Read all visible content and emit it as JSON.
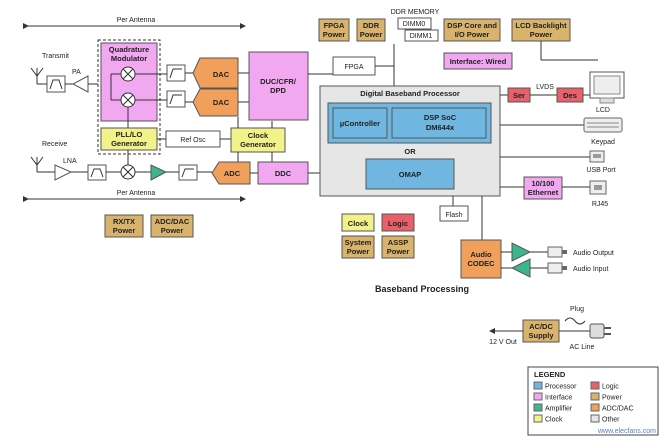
{
  "colors": {
    "processor": "#6fb6e0",
    "power": "#d9b36b",
    "adc_dac": "#f0a05a",
    "logic": "#e8606a",
    "amplifier": "#3fb58c",
    "interface": "#f2a8f0",
    "clock": "#f2f28a",
    "other": "#e6e6e6"
  },
  "labels": {
    "per_antenna_top": "Per Antenna",
    "per_antenna_bottom": "Per Antenna",
    "transmit": "Transmit",
    "receive": "Receive",
    "pa": "PA",
    "lna": "LNA",
    "quad_mod": [
      "Quadrature",
      "Modulator"
    ],
    "dac1": "DAC",
    "dac2": "DAC",
    "adc": "ADC",
    "pll": [
      "PLL/LO",
      "Generator"
    ],
    "ref_osc": "Ref Osc",
    "clock_gen": [
      "Clock",
      "Generator"
    ],
    "duc": [
      "DUC/CFR/",
      "DPD"
    ],
    "ddc": "DDC",
    "fpga_power": [
      "FPGA",
      "Power"
    ],
    "ddr_power": [
      "DDR",
      "Power"
    ],
    "ddr_memory": "DDR MEMORY",
    "dimm0": "DIMM0",
    "dimm1": "DIMM1",
    "dsp_core_power": [
      "DSP Core and",
      "I/O Power"
    ],
    "lcd_backlight_power": [
      "LCD Backlight",
      "Power"
    ],
    "fpga": "FPGA",
    "interface_wired": "Interface: Wired",
    "dbp_title": "Digital Baseband Processor",
    "mu_controller": "µController",
    "dsp_soc": [
      "DSP SoC",
      "DM644x"
    ],
    "or": "OR",
    "omap": "OMAP",
    "ser": "Ser",
    "lvds": "LVDS",
    "des": "Des",
    "lcd": "LCD",
    "keypad": "Keypad",
    "usb_port": "USB Port",
    "ethernet": [
      "10/100",
      "Ethernet"
    ],
    "rj45": "RJ45",
    "flash": "Flash",
    "rx_tx_power": [
      "RX/TX",
      "Power"
    ],
    "adc_dac_power": [
      "ADC/DAC",
      "Power"
    ],
    "clock": "Clock",
    "logic": "Logic",
    "system_power": [
      "System",
      "Power"
    ],
    "assp_power": [
      "ASSP",
      "Power"
    ],
    "audio_codec": [
      "Audio",
      "CODEC"
    ],
    "audio_output": "Audio Output",
    "audio_input": "Audio Input",
    "baseband_processing": "Baseband Processing",
    "plug": "Plug",
    "ac_dc_supply": [
      "AC/DC",
      "Supply"
    ],
    "v12_out": "12 V Out",
    "ac_line": "AC Line",
    "watermark": "www.elecfans.com"
  },
  "legend": {
    "title": "LEGEND",
    "items": [
      {
        "label": "Processor",
        "color": "#6fb6e0"
      },
      {
        "label": "Logic",
        "color": "#e8606a"
      },
      {
        "label": "Interface",
        "color": "#f2a8f0"
      },
      {
        "label": "Power",
        "color": "#d9b36b"
      },
      {
        "label": "Amplifier",
        "color": "#3fb58c"
      },
      {
        "label": "ADC/DAC",
        "color": "#f0a05a"
      },
      {
        "label": "Clock",
        "color": "#f2f28a"
      },
      {
        "label": "Other",
        "color": "#e6e6e6"
      }
    ]
  }
}
